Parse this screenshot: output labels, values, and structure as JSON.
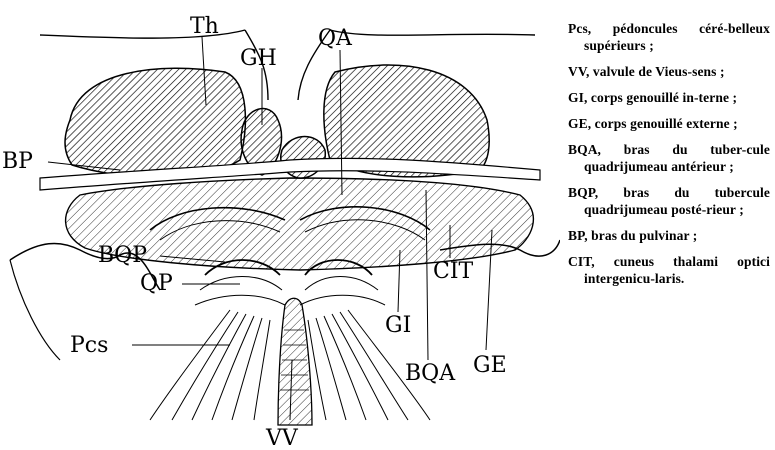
{
  "figure": {
    "labels": {
      "th": "Th",
      "gh": "GH",
      "qa": "QA",
      "bp": "BP",
      "bqp": "BQP",
      "qp": "QP",
      "pcs": "Pcs",
      "gi": "GI",
      "cit": "CIT",
      "bqa": "BQA",
      "ge": "GE",
      "vv": "VV"
    }
  },
  "legend": [
    "Pcs, pédoncules céré-belleux supérieurs ;",
    "VV, valvule de Vieus-sens ;",
    "GI, corps genouillé in-terne ;",
    "GE, corps genouillé externe ;",
    "BQA, bras du tuber-cule quadrijumeau antérieur ;",
    "BQP, bras du tubercule quadrijumeau posté-rieur ;",
    "BP, bras du pulvinar ;",
    "CIT, cuneus thalami optici intergenicu-laris."
  ]
}
